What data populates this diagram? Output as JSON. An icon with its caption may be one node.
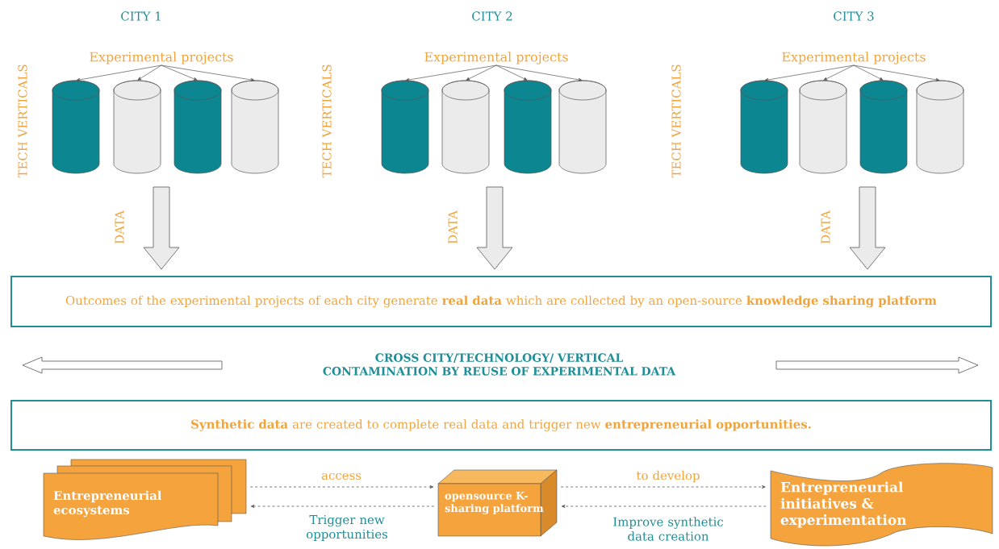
{
  "diagram": {
    "nodes": [
      {
        "text": [
          "Experimental projects"
        ]
      },
      {
        "text": [],
        "shape": "cylinder"
      },
      {
        "text": [],
        "shape": "cylinder"
      },
      {
        "text": [],
        "shape": "cylinder"
      },
      {
        "text": [],
        "shape": "cylinder"
      },
      {
        "text": [
          "Experimental projects"
        ]
      },
      {
        "text": [],
        "shape": "cylinder"
      },
      {
        "text": [],
        "shape": "cylinder"
      },
      {
        "text": [],
        "shape": "cylinder"
      },
      {
        "text": [],
        "shape": "cylinder"
      },
      {
        "text": [
          "Experimental projects"
        ]
      },
      {
        "text": [],
        "shape": "cylinder"
      },
      {
        "text": [],
        "shape": "cylinder"
      },
      {
        "text": [],
        "shape": "cylinder"
      },
      {
        "text": [],
        "shape": "cylinder"
      },
      {
        "text": [
          "Outcomes of the experimental projects of each city generate **real data** which are collected by an open-source **knowledge sharing platform**"
        ]
      },
      {
        "text": [
          "**Synthetic data** are created to complete real data and trigger new **entrepreneurial opportunities.**"
        ]
      },
      {
        "text": [
          "Entrepreneurial ecosystems"
        ]
      },
      {
        "text": [
          "opensource K-sharing platform"
        ]
      },
      {
        "text": [
          "Entrepreneurial initiatives & experimentation"
        ]
      }
    ],
    "edges": [
      {
        "from": 0,
        "to": 1,
        "arrow": "to"
      },
      {
        "from": 0,
        "to": 2,
        "arrow": "to"
      },
      {
        "from": 0,
        "to": 3,
        "arrow": "to"
      },
      {
        "from": 0,
        "to": 4,
        "arrow": "to"
      },
      {
        "from": 5,
        "to": 6,
        "arrow": "to"
      },
      {
        "from": 5,
        "to": 7,
        "arrow": "to"
      },
      {
        "from": 5,
        "to": 8,
        "arrow": "to"
      },
      {
        "from": 5,
        "to": 9,
        "arrow": "to"
      },
      {
        "from": 10,
        "to": 11,
        "arrow": "to"
      },
      {
        "from": 10,
        "to": 12,
        "arrow": "to"
      },
      {
        "from": 10,
        "to": 13,
        "arrow": "to"
      },
      {
        "from": 10,
        "to": 14,
        "arrow": "to"
      },
      {
        "from": null,
        "to": 15,
        "arrow": "to",
        "label": "DATA",
        "style": "thick"
      },
      {
        "from": null,
        "to": 15,
        "arrow": "to",
        "label": "DATA",
        "style": "thick"
      },
      {
        "from": null,
        "to": 15,
        "arrow": "to",
        "label": "DATA",
        "style": "thick"
      },
      {
        "from": 17,
        "to": 18,
        "arrow": "to",
        "label": "access",
        "style": "dashed"
      },
      {
        "from": 18,
        "to": 17,
        "arrow": "to",
        "label": "Trigger new opportunities",
        "style": "dashed"
      },
      {
        "from": 18,
        "to": 19,
        "arrow": "to",
        "label": "to develop",
        "style": "dashed"
      },
      {
        "from": 19,
        "to": 18,
        "arrow": "to",
        "label": "Improve synthetic data creation",
        "style": "dashed"
      }
    ],
    "labels": [
      "CITY 1",
      "CITY 2",
      "CITY 3",
      "TECH VERTICALS",
      "TECH VERTICALS",
      "TECH VERTICALS",
      "CROSS CITY/TECHNOLOGY/ VERTICAL CONTAMINATION BY REUSE OF EXPERIMENTAL DATA"
    ]
  }
}
